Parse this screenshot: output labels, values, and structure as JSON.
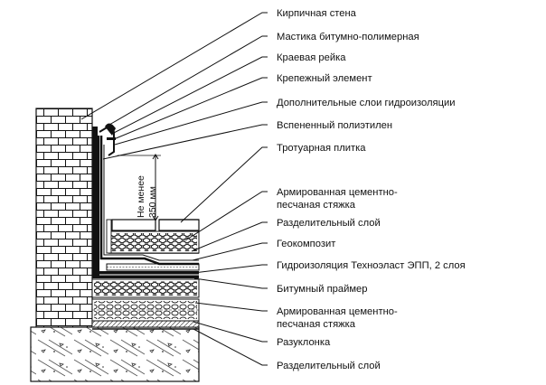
{
  "dimension_label": "Не менее 350 мм",
  "colors": {
    "line": "#111111",
    "background": "#ffffff",
    "hatch": "#555555"
  },
  "labels": [
    {
      "id": "brick-wall",
      "text": "Кирпичная стена"
    },
    {
      "id": "bitumen-mastic",
      "text": "Мастика битумно-полимерная"
    },
    {
      "id": "edge-strip",
      "text": "Краевая рейка"
    },
    {
      "id": "fastener",
      "text": "Крепежный элемент"
    },
    {
      "id": "extra-waterproofing",
      "text": "Дополнительные слои гидроизоляции"
    },
    {
      "id": "foamed-polyethylene",
      "text": "Вспененный полиэтилен"
    },
    {
      "id": "paving-tile",
      "text": "Тротуарная плитка"
    },
    {
      "id": "reinforced-screed-upper",
      "text": "Армированная цементно-\nпесчаная стяжка"
    },
    {
      "id": "separation-layer-upper",
      "text": "Разделительный слой"
    },
    {
      "id": "geocomposite",
      "text": "Геокомпозит"
    },
    {
      "id": "waterproofing-technoelast",
      "text": "Гидроизоляция Техноэласт ЭПП, 2 слоя"
    },
    {
      "id": "bitumen-primer",
      "text": "Битумный праймер"
    },
    {
      "id": "reinforced-screed-lower",
      "text": "Армированная цементно-\nпесчаная стяжка"
    },
    {
      "id": "slope-layer",
      "text": "Разуклонка"
    },
    {
      "id": "separation-layer-lower",
      "text": "Разделительный слой"
    }
  ]
}
